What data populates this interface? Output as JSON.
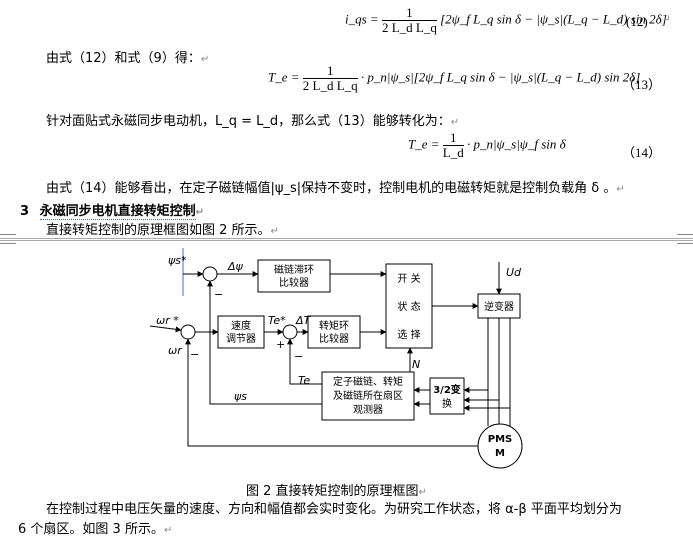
{
  "eq12": {
    "lhs": "i_qs =",
    "num": "1",
    "den": "2 L_d L_q",
    "rhs": "[2ψ_f L_q sin δ − |ψ_s|(L_q − L_d) sin 2δ]",
    "number": "(12)"
  },
  "para1": "由式（12）和式（9）得：",
  "eq13": {
    "lhs": "T_e =",
    "num": "1",
    "den": "2 L_d L_q",
    "rhs": "· p_n|ψ_s|[2ψ_f L_q sin δ − |ψ_s|(L_q − L_d) sin 2δ]",
    "number": "（13）"
  },
  "para2": "针对面贴式永磁同步电动机，L_q = L_d，那么式（13）能够转化为：",
  "eq14": {
    "lhs": "T_e =",
    "num": "1",
    "den": "L_d",
    "rhs": "· p_n|ψ_s|ψ_f sin δ",
    "number": "（14）"
  },
  "para3": "由式（14）能够看出，在定子磁链幅值|ψ_s|保持不变时，控制电机的电磁转矩就是控制负载角 δ 。",
  "section": {
    "num": "3",
    "title": "永磁同步电机直接转矩控制"
  },
  "para4": "直接转矩控制的原理框图如图 2 所示。",
  "diagram": {
    "blocks": {
      "flux_hyst": [
        "磁链滞环",
        "比较器"
      ],
      "switch": [
        "开 关",
        "状 态",
        "选 择"
      ],
      "inverter": "逆变器",
      "speed_reg": [
        "速度",
        "调节器"
      ],
      "torque_hyst": [
        "转矩环",
        "比较器"
      ],
      "observer": [
        "定子磁链、转矩",
        "及磁链所在扇区",
        "观测器"
      ],
      "transform": [
        "3/2变",
        "换"
      ],
      "motor": [
        "PMS",
        "M"
      ]
    },
    "labels": {
      "psi_ref": "ψs*",
      "dpsi": "Δψ",
      "omega_ref": "ωr *",
      "omega": "ωr",
      "te_ref": "Te*",
      "dt": "ΔT",
      "te": "Te",
      "psi_s": "ψs",
      "n": "N",
      "ud": "Ud",
      "plus": "+",
      "minus": "−"
    }
  },
  "caption": "图 2 直接转矩控制的原理框图",
  "para5": "在控制过程中电压矢量的速度、方向和幅值都会实时变化。为研究工作状态，将 α-β 平面平均划分为",
  "para5b": "6 个扇区。如图 3 所示。",
  "return_mark": "↵"
}
